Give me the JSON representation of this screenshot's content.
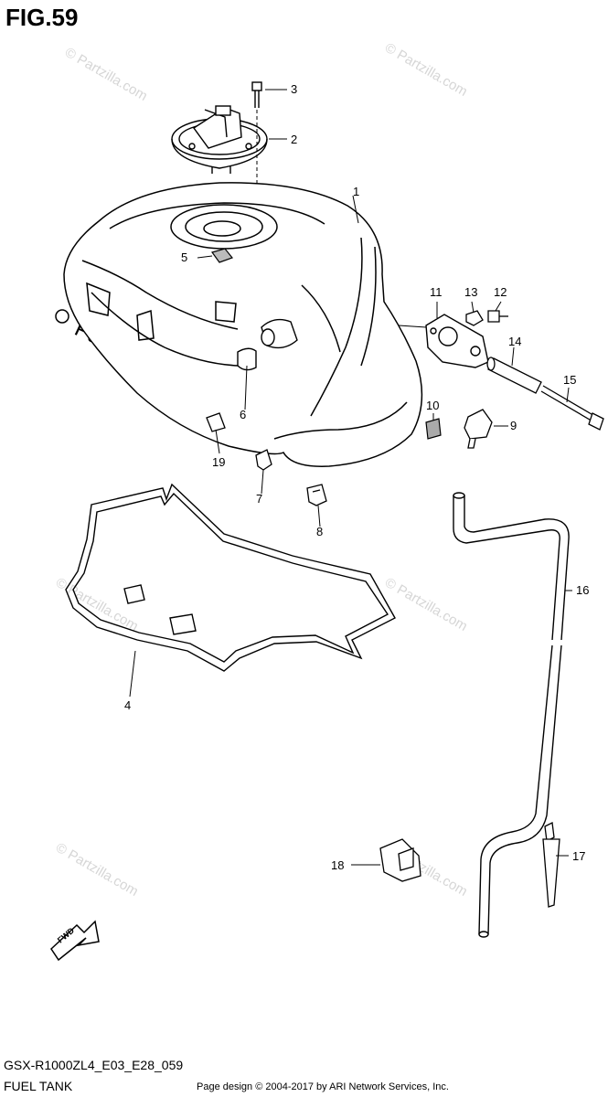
{
  "figure": {
    "title": "FIG.59"
  },
  "footer": {
    "model_code": "GSX-R1000ZL4_E03_E28_059",
    "figure_name": "FUEL TANK",
    "copyright": "Page design © 2004-2017 by ARI Network Services, Inc."
  },
  "watermark": {
    "text": "© Partzilla.com",
    "main_text": "Partzilla.com"
  },
  "direction_label": "FWD",
  "callouts": [
    "1",
    "2",
    "3",
    "4",
    "5",
    "6",
    "7",
    "8",
    "9",
    "10",
    "11",
    "12",
    "13",
    "14",
    "15",
    "16",
    "17",
    "18",
    "19"
  ],
  "parts": {
    "fuel_tank": "1",
    "fuel_cap_assembly": "2",
    "cap_bolt": "3",
    "tank_mat": "4",
    "cap_seal_pad": "5",
    "mount_cushion_6": "6",
    "cushion_7": "7",
    "clip_8": "8",
    "damper_9": "9",
    "pad_10": "10",
    "bracket_11": "11",
    "bolt_12": "12",
    "nut_13": "13",
    "collar_14": "14",
    "bolt_15": "15",
    "drain_hose_16": "16",
    "clamp_17": "17",
    "clamp_18": "18",
    "pad_19": "19"
  },
  "colors": {
    "line": "#000000",
    "watermark": "#d6d6d6",
    "background": "#ffffff"
  }
}
